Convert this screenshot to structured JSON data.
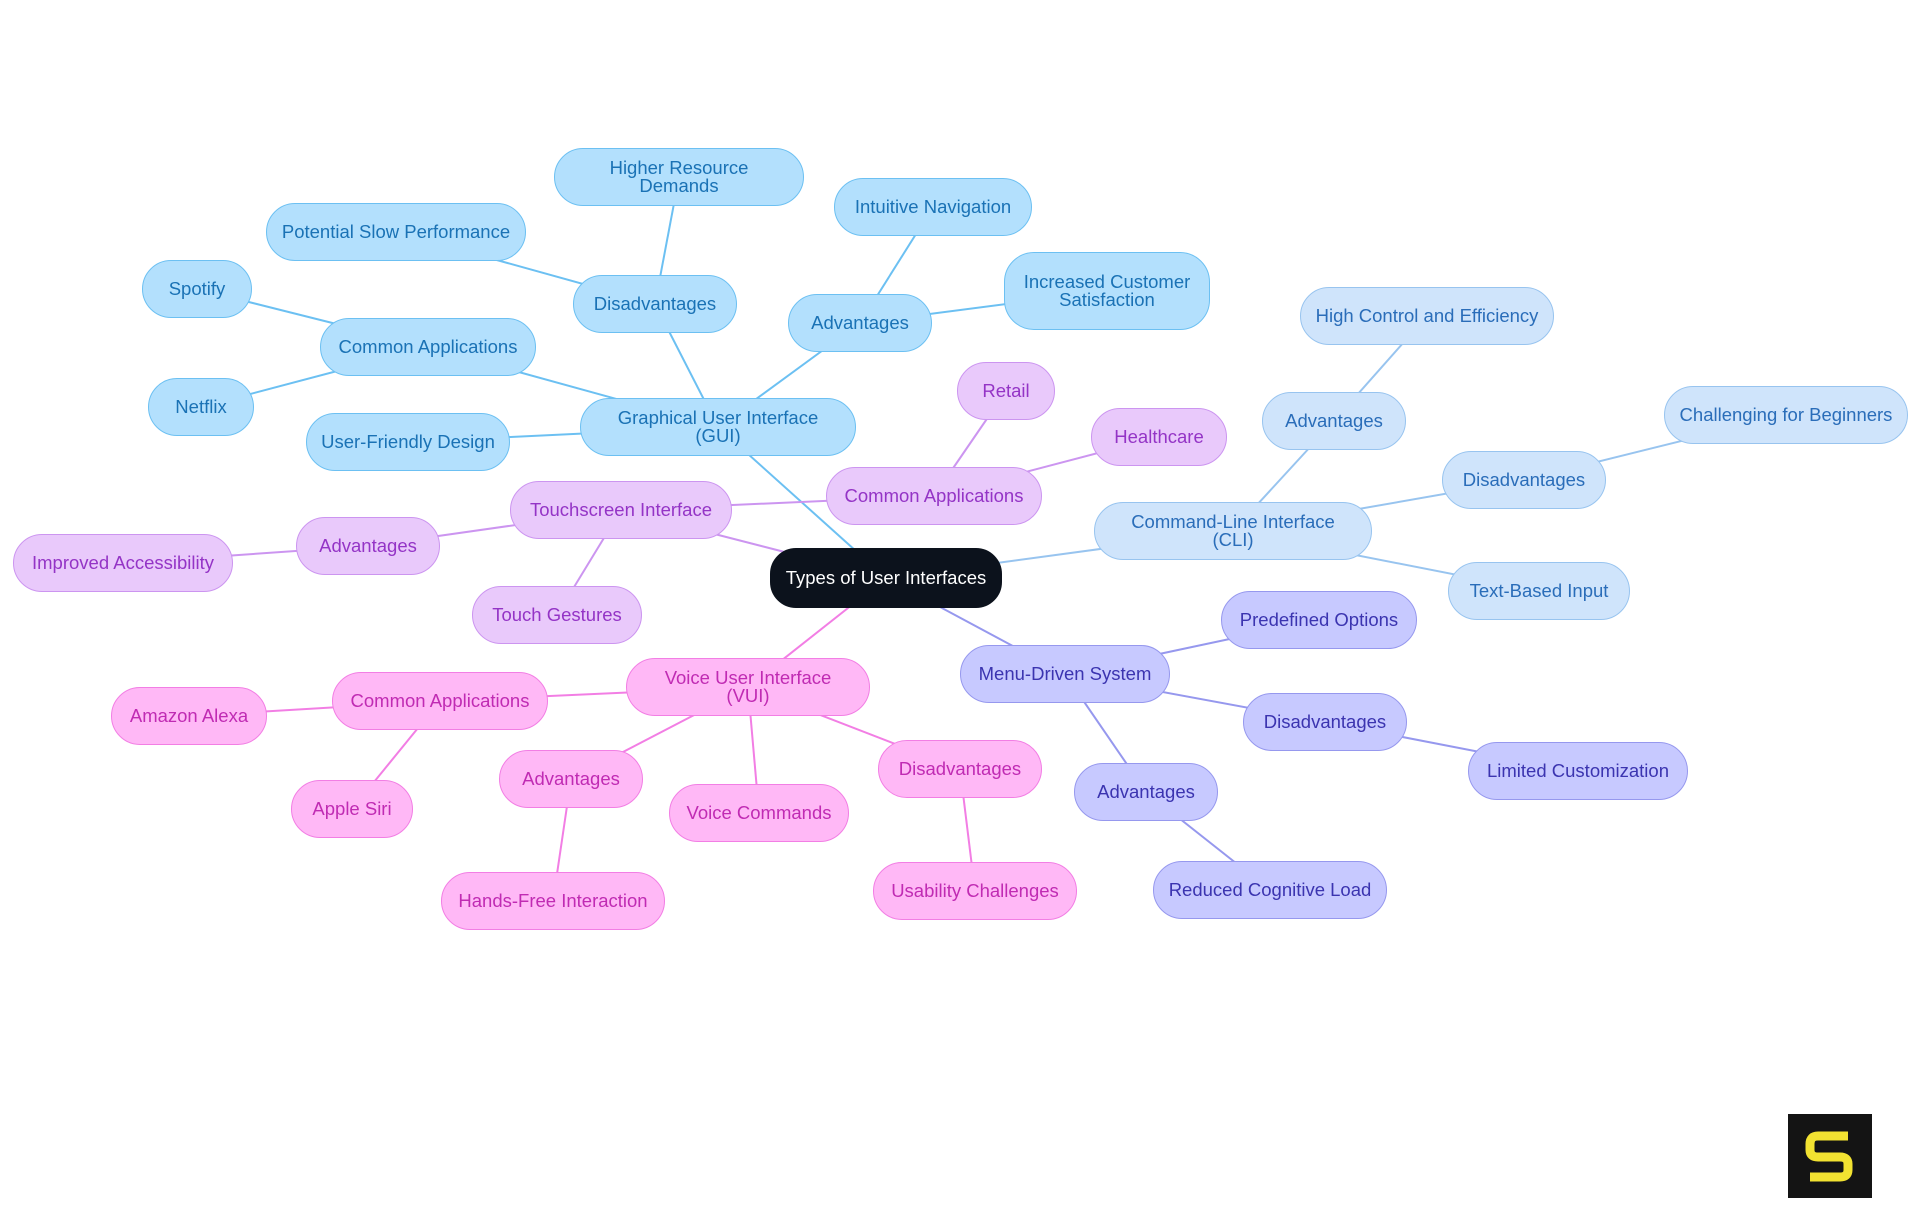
{
  "root": {
    "label": "Types of User Interfaces"
  },
  "gui": {
    "label": "Graphical User Interface (GUI)",
    "user_friendly": "User-Friendly Design",
    "common_applications": {
      "label": "Common Applications",
      "items": [
        "Spotify",
        "Netflix"
      ]
    },
    "disadvantages": {
      "label": "Disadvantages",
      "items": [
        "Higher Resource Demands",
        "Potential Slow Performance"
      ]
    },
    "advantages": {
      "label": "Advantages",
      "items": [
        "Intuitive Navigation",
        "Increased Customer\nSatisfaction"
      ]
    }
  },
  "cli": {
    "label": "Command-Line Interface (CLI)",
    "advantages": {
      "label": "Advantages",
      "items": [
        "High Control and Efficiency"
      ]
    },
    "disadvantages": {
      "label": "Disadvantages",
      "items": [
        "Challenging for Beginners"
      ]
    },
    "text_input": "Text-Based Input"
  },
  "menu": {
    "label": "Menu-Driven System",
    "predefined": "Predefined Options",
    "disadvantages": {
      "label": "Disadvantages",
      "items": [
        "Limited Customization"
      ]
    },
    "advantages": {
      "label": "Advantages",
      "items": [
        "Reduced Cognitive Load"
      ]
    }
  },
  "vui": {
    "label": "Voice User Interface (VUI)",
    "common_applications": {
      "label": "Common Applications",
      "items": [
        "Amazon Alexa",
        "Apple Siri"
      ]
    },
    "advantages": {
      "label": "Advantages",
      "items": [
        "Hands-Free Interaction"
      ]
    },
    "voice_commands": "Voice Commands",
    "disadvantages": {
      "label": "Disadvantages",
      "items": [
        "Usability Challenges"
      ]
    }
  },
  "touch": {
    "label": "Touchscreen Interface",
    "common_applications": {
      "label": "Common Applications",
      "items": [
        "Retail",
        "Healthcare"
      ]
    },
    "advantages": {
      "label": "Advantages",
      "items": [
        "Improved Accessibility"
      ]
    },
    "gestures": "Touch Gestures"
  },
  "colors": {
    "gui": "#6cc0f2",
    "cli": "#98c4ef",
    "menu": "#9698ee",
    "vui": "#f27ee4",
    "touch": "#cc95f0",
    "root": "#0c121c",
    "logo_bg": "#141414",
    "logo_fg": "#f2e231"
  }
}
